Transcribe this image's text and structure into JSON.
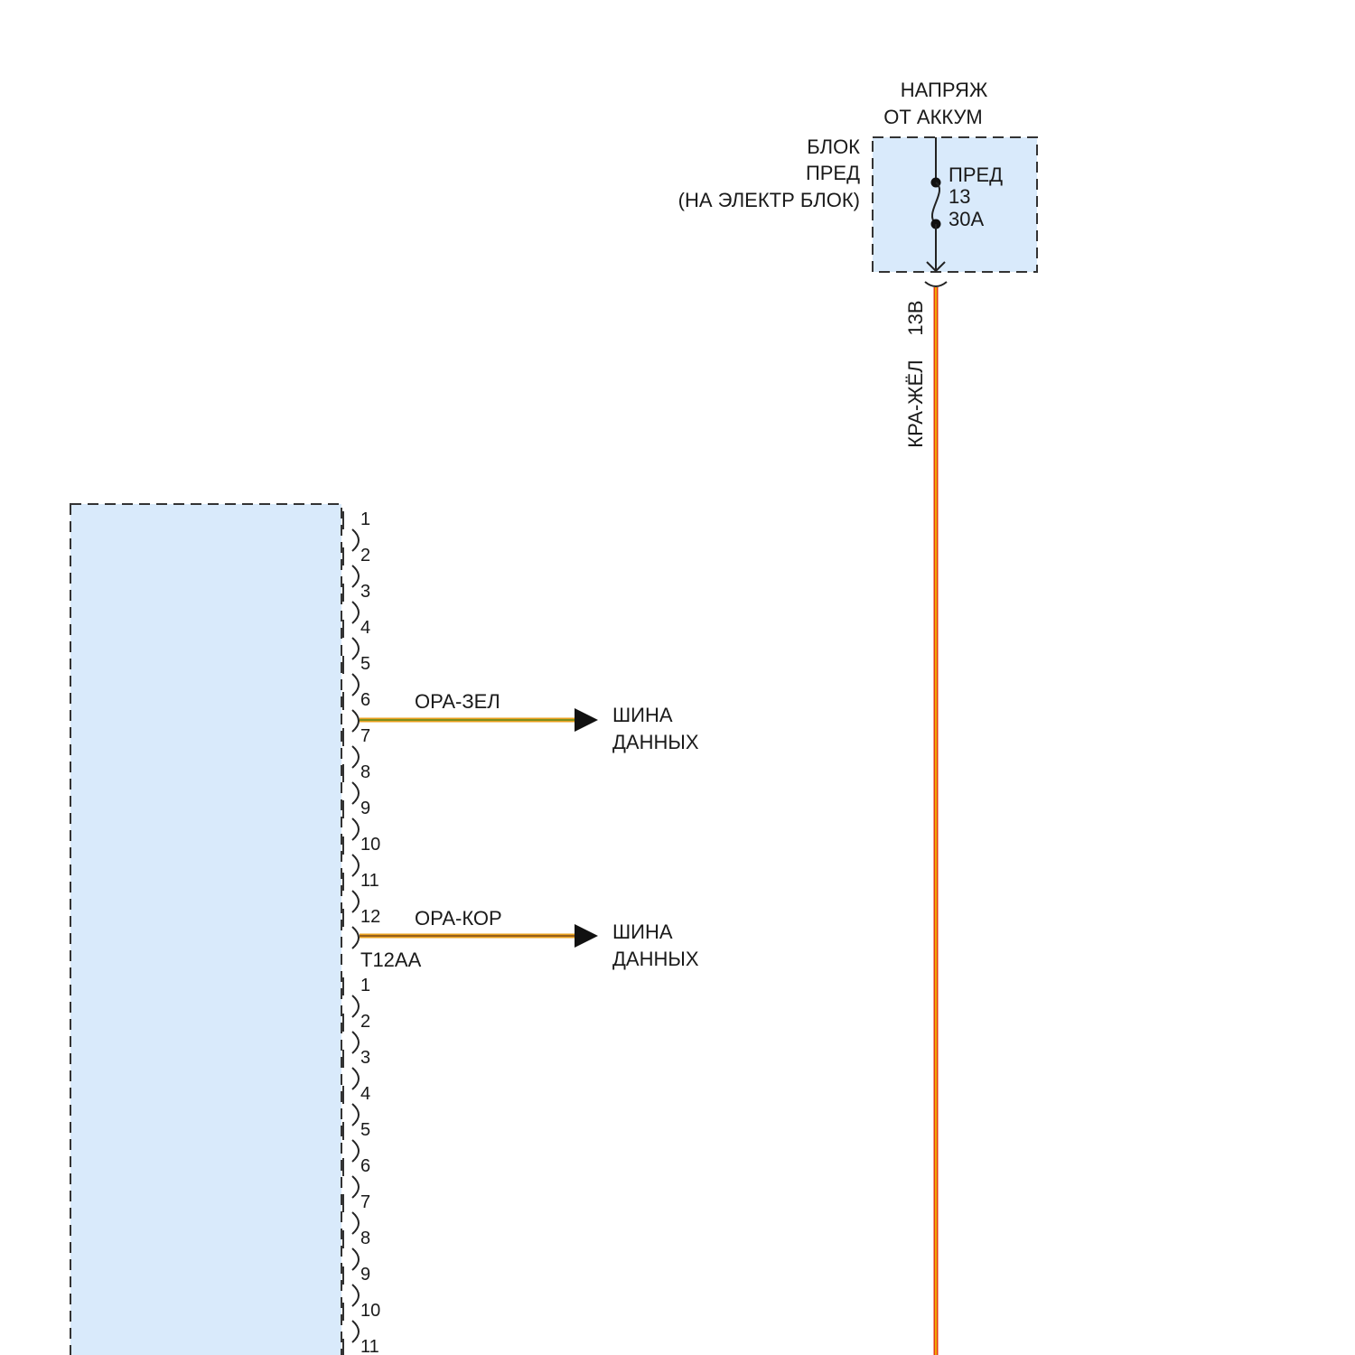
{
  "power_source": {
    "line1": "НАПРЯЖ",
    "line2": "ОТ АККУМ"
  },
  "fuse_block": {
    "line1": "БЛОК",
    "line2": "ПРЕД",
    "line3": "(НА ЭЛЕКТР БЛОК)",
    "fill_color": "#d9eafb"
  },
  "fuse": {
    "name": "ПРЕД",
    "number": "13",
    "rating": "30A"
  },
  "power_wire": {
    "circuit": "13B",
    "color_label": "КРА-ЖЁЛ",
    "colors": [
      "#e53a14",
      "#f2c500"
    ]
  },
  "module": {
    "fill_color": "#d9eafb"
  },
  "connector_upper": {
    "pins": [
      "1",
      "2",
      "3",
      "4",
      "5",
      "6",
      "7",
      "8",
      "9",
      "10",
      "11",
      "12"
    ],
    "name": "T12AA"
  },
  "connector_lower": {
    "pins": [
      "1",
      "2",
      "3",
      "4",
      "5",
      "6",
      "7",
      "8",
      "9",
      "10",
      "11"
    ]
  },
  "data_wires": [
    {
      "pin": "6",
      "color_label": "ОРА-ЗЕЛ",
      "dest_line1": "ШИНА",
      "dest_line2": "ДАННЫХ",
      "colors": [
        "#e8a020",
        "#5a8a1e"
      ]
    },
    {
      "pin": "12",
      "color_label": "ОРА-КОР",
      "dest_line1": "ШИНА",
      "dest_line2": "ДАННЫХ",
      "colors": [
        "#e8a020",
        "#7a4a1a"
      ]
    }
  ]
}
